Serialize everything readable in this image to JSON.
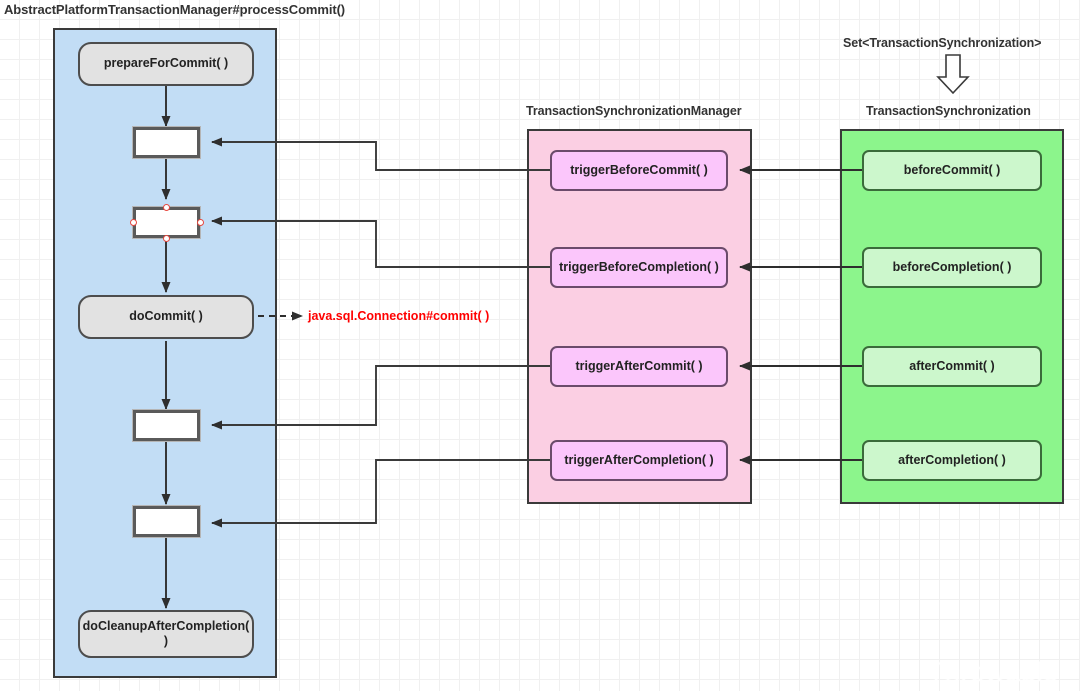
{
  "captions": {
    "title": "AbstractPlatformTransactionManager#processCommit()",
    "set_label": "Set<TransactionSynchronization>",
    "tsm_label": "TransactionSynchronizationManager",
    "ts_label": "TransactionSynchronization"
  },
  "flow": {
    "prepare_for_commit": "prepareForCommit( )",
    "empty_step_1": "",
    "empty_step_2": "",
    "do_commit": "doCommit( )",
    "empty_step_3": "",
    "empty_step_4": "",
    "do_cleanup": "doCleanupAfterCompletion( )"
  },
  "annotations": {
    "jdbc_commit": "java.sql.Connection#commit( )"
  },
  "manager_methods": [
    {
      "label": "triggerBeforeCommit( )"
    },
    {
      "label": "triggerBeforeCompletion( )"
    },
    {
      "label": "triggerAfterCommit( )"
    },
    {
      "label": "triggerAfterCompletion( )"
    }
  ],
  "synchronization_methods": [
    {
      "label": "beforeCommit( )"
    },
    {
      "label": "beforeCompletion( )"
    },
    {
      "label": "afterCommit( )"
    },
    {
      "label": "afterCompletion( )"
    }
  ],
  "icons": {
    "down_arrow": "arrow-down-hollow-icon"
  },
  "watermark": {
    "text": "Throwable"
  },
  "colors": {
    "container_blue": "#c2ddf5",
    "container_pink": "#fbcfe3",
    "container_green": "#8cf58c",
    "node_grey": "#e2e2e2",
    "node_pink": "#fbc6fb",
    "node_green": "#ccf7cc",
    "annotation_red": "#ff0000",
    "handle_red": "#e8483f",
    "stroke": "#3a3a3a"
  }
}
